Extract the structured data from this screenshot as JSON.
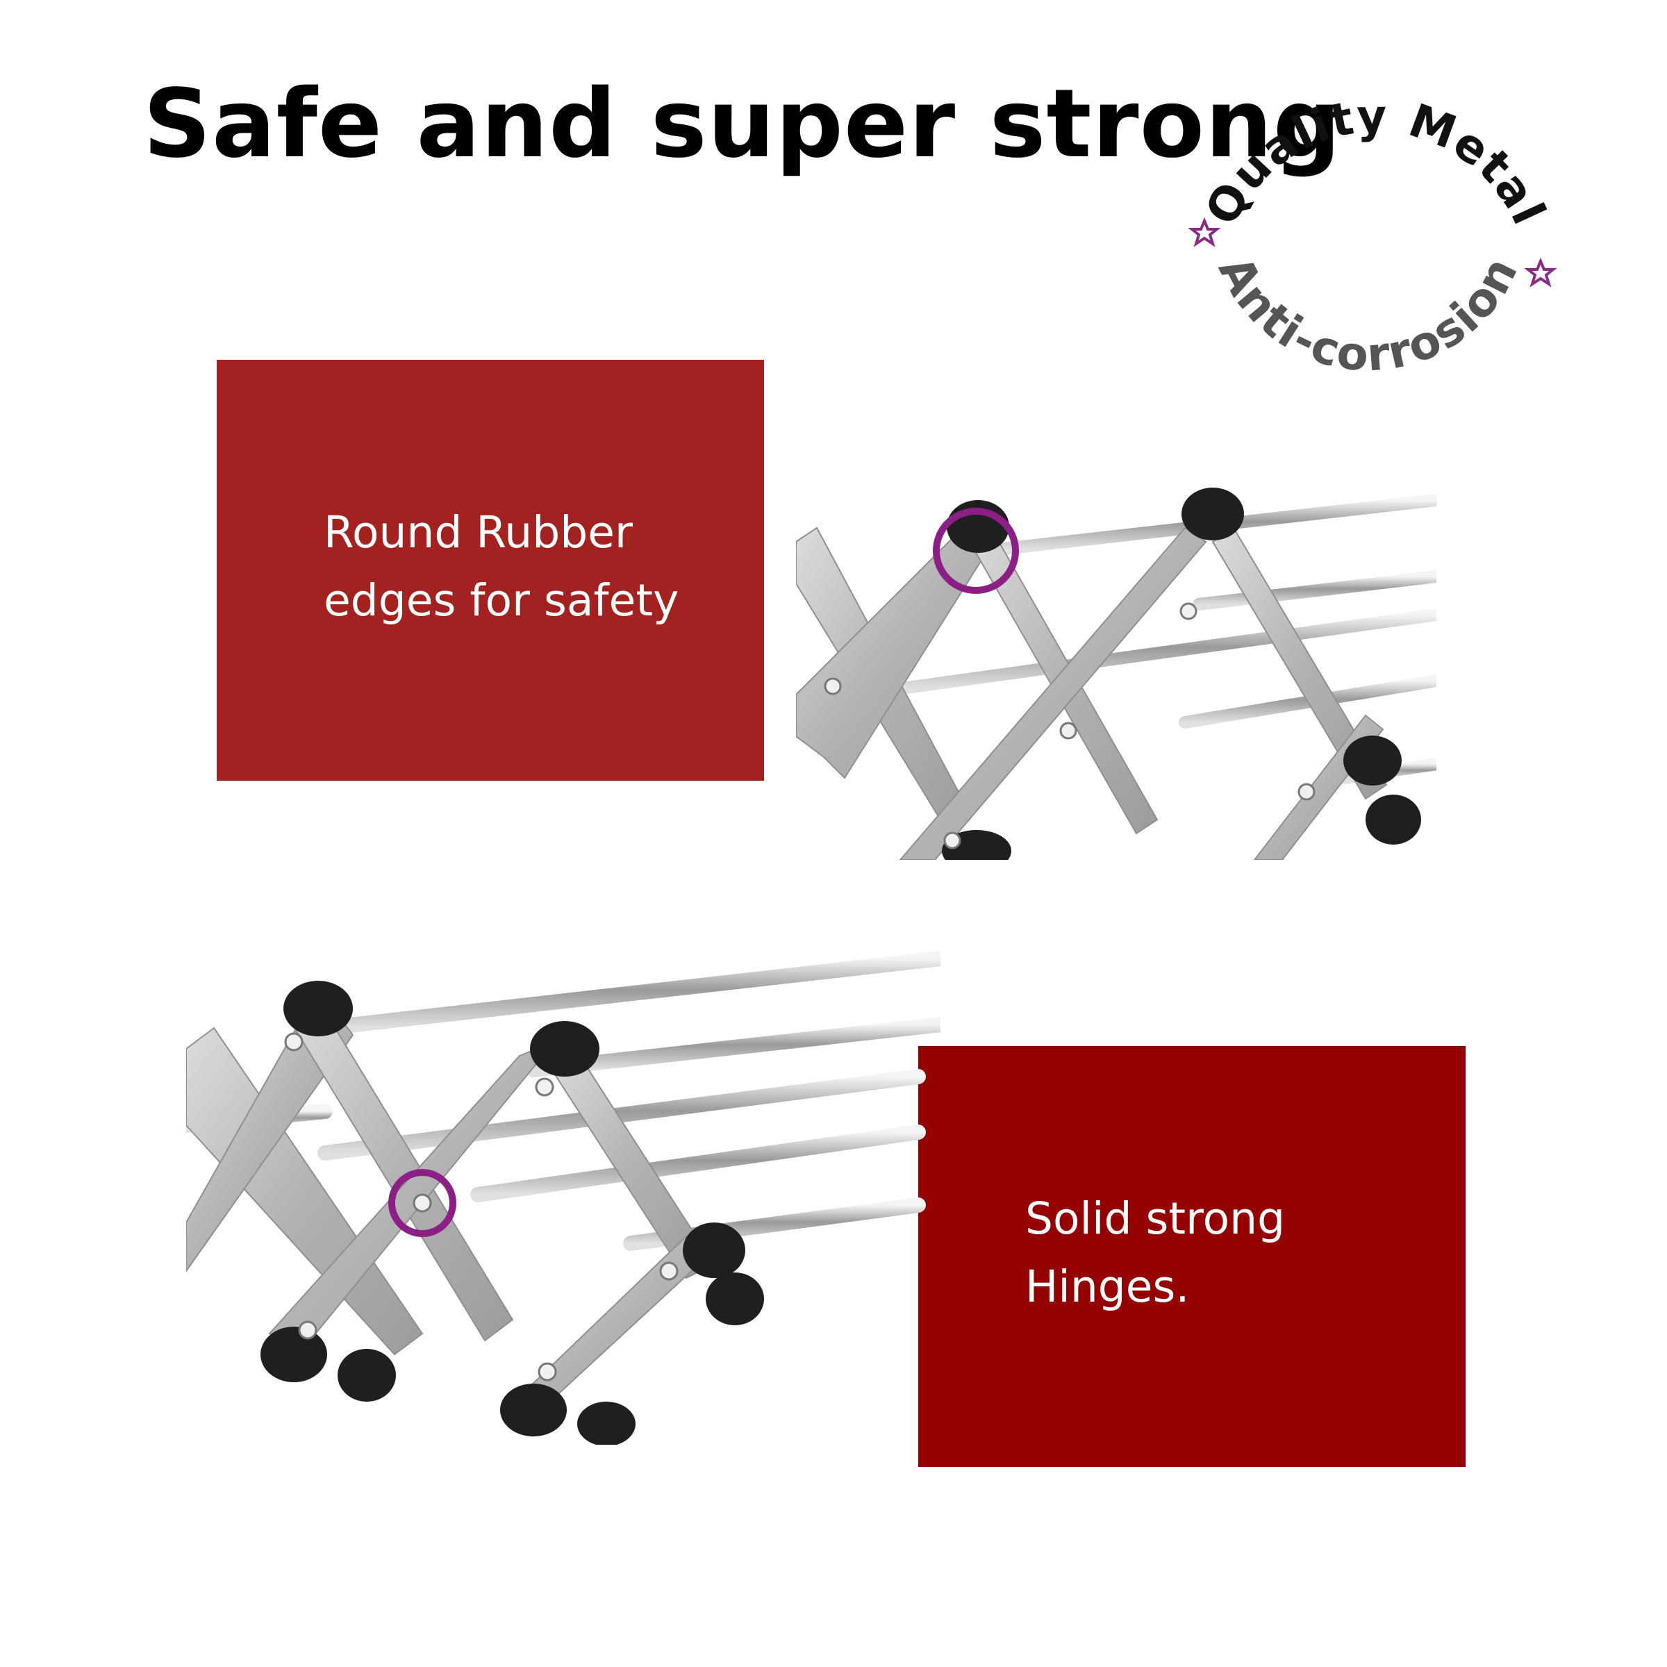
{
  "headline": "Safe and super strong",
  "badge": {
    "top_text": "Quality Metal",
    "bottom_text": "Anti-corrosion",
    "star_icon": "star-outline-icon",
    "star_color": "#8b2a87",
    "top_color": "#111111",
    "bottom_color": "#555555"
  },
  "features": [
    {
      "line1": "Round Rubber",
      "line2": "edges for safety",
      "bg": "#a3211e"
    },
    {
      "line1": "Solid strong",
      "line2": "Hinges.",
      "bg": "#950000"
    }
  ],
  "highlight_color": "#8b1f86"
}
